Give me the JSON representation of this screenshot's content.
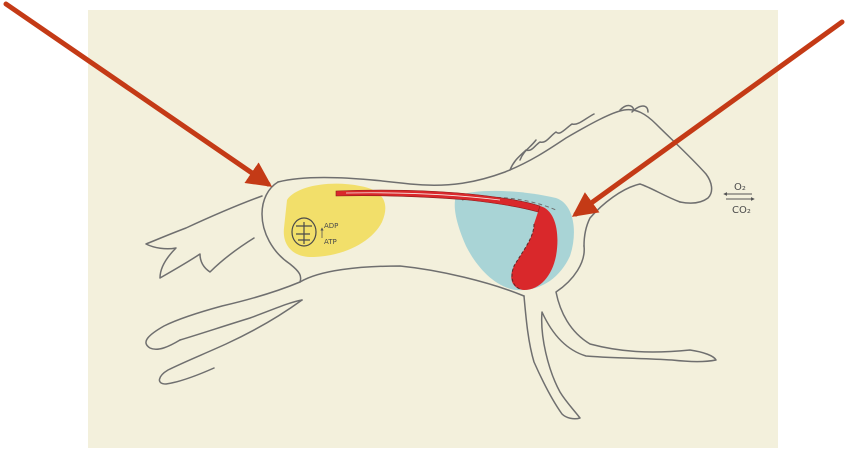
{
  "diagram": {
    "mitochondrion": {
      "labels": [
        "ADP",
        "ATP"
      ]
    },
    "gas_exchange": {
      "top": "O₂",
      "bottom": "CO₂"
    },
    "colors": {
      "paper": "#f3f0dc",
      "outline": "#6f6f6f",
      "muscle_yellow": "#f2df6a",
      "lung_blue": "#a9d4d6",
      "blood_red": "#d9282b",
      "arrow_red": "#c43a16"
    }
  }
}
